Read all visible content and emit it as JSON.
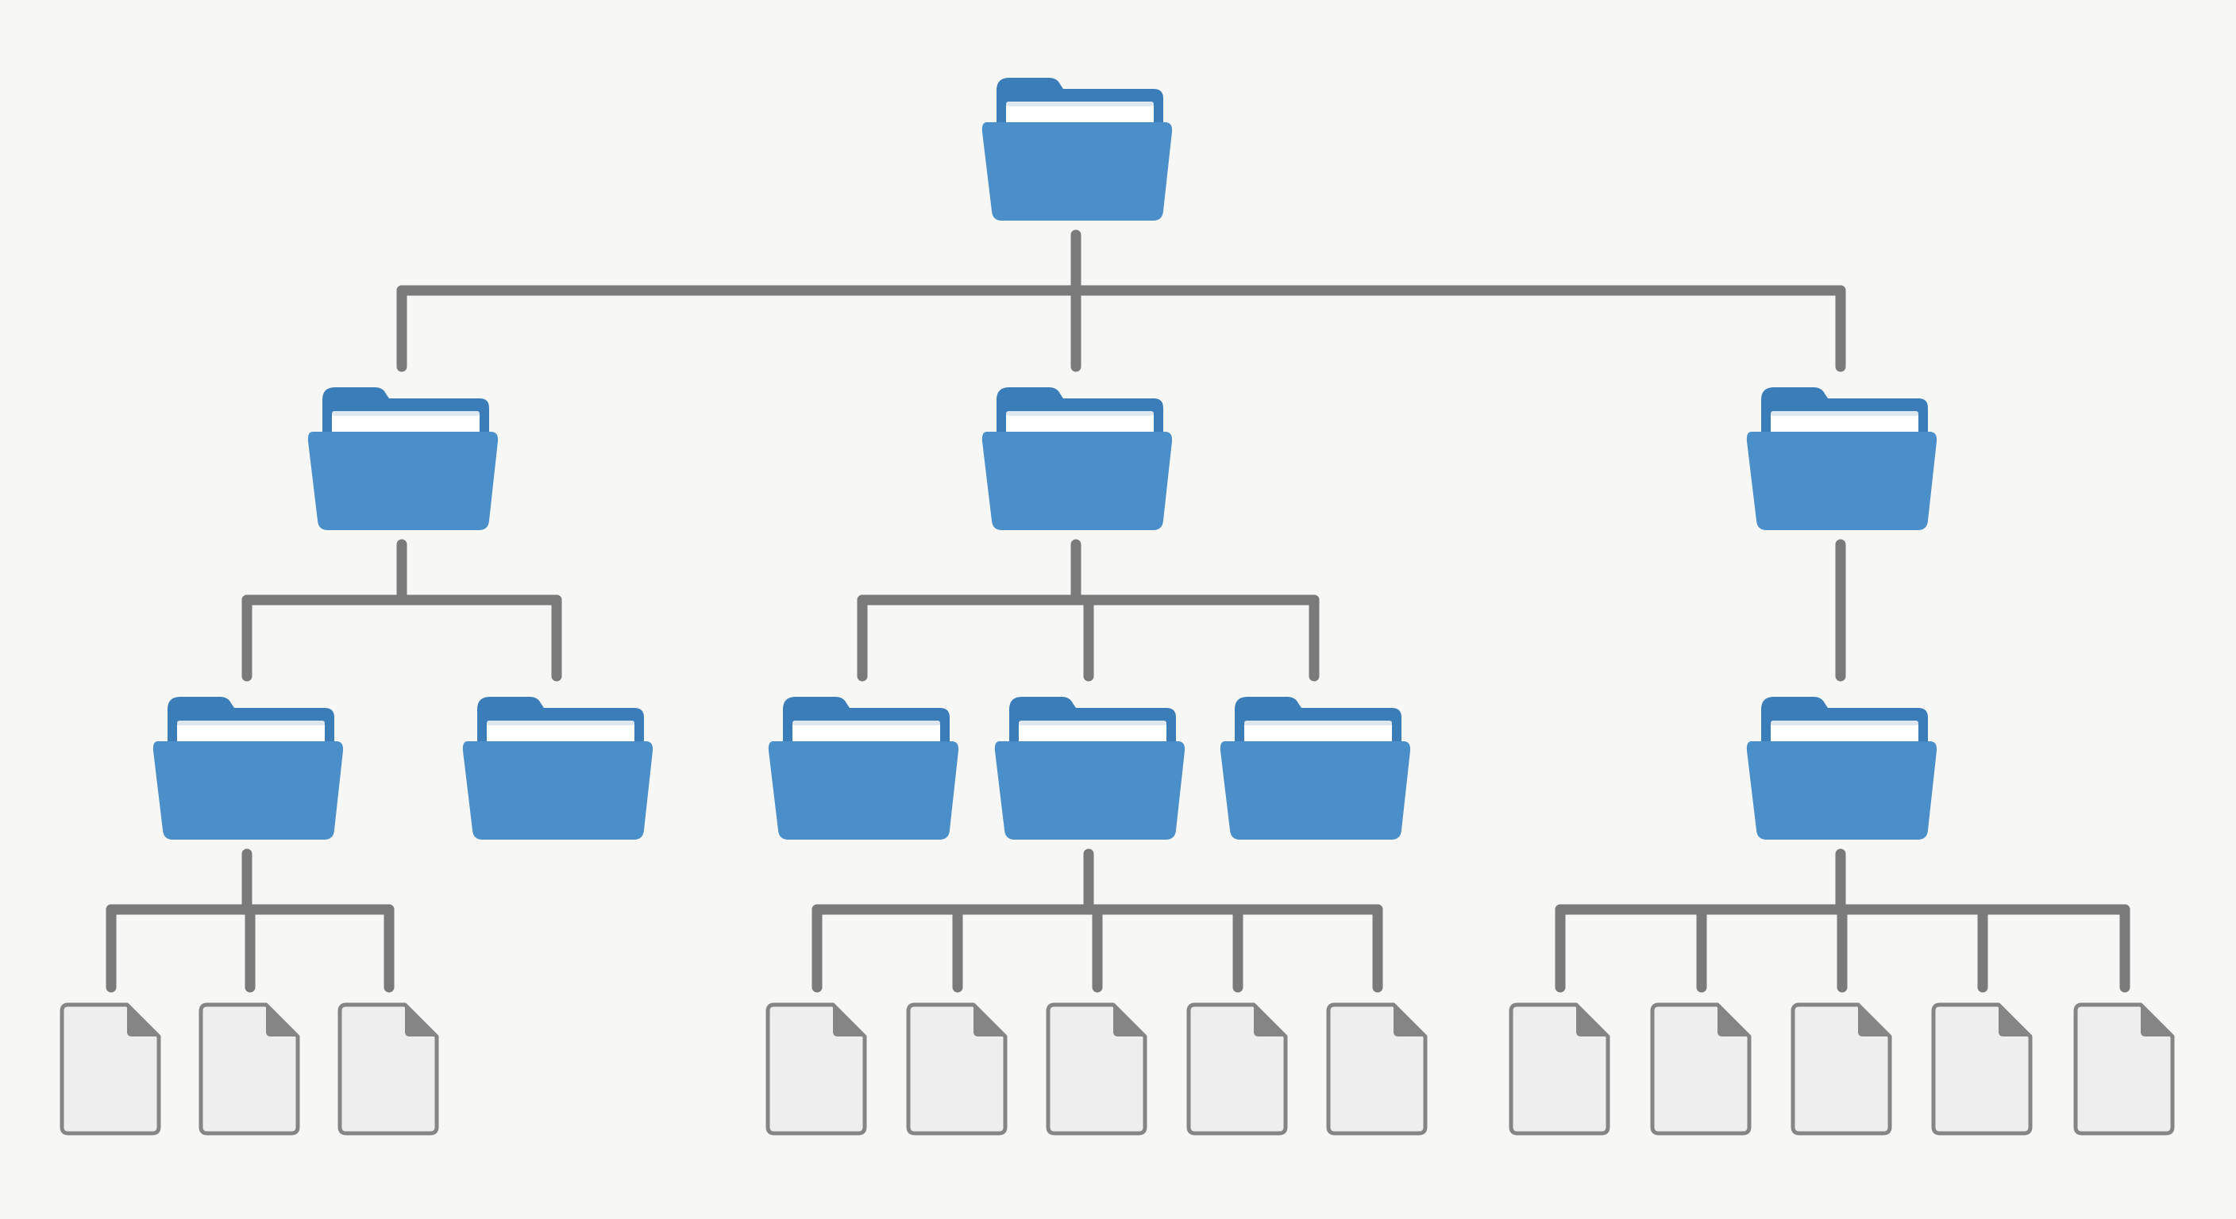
{
  "colors": {
    "background": "#f7f7f5",
    "connector": "#7a7a7a",
    "folder_body": "#4a8fc9",
    "folder_back": "#3a7db8",
    "folder_paper": "#ffffff",
    "file_fill": "#eeeeee",
    "file_stroke": "#858585",
    "file_fold": "#858585"
  },
  "icons": {
    "folder": "folder-open-icon",
    "file": "file-icon"
  },
  "tree": {
    "id": "root",
    "type": "folder",
    "children": [
      {
        "id": "folder-a",
        "type": "folder",
        "children": [
          {
            "id": "folder-a1",
            "type": "folder",
            "children": [
              {
                "id": "file-a1-1",
                "type": "file"
              },
              {
                "id": "file-a1-2",
                "type": "file"
              },
              {
                "id": "file-a1-3",
                "type": "file"
              }
            ]
          },
          {
            "id": "folder-a2",
            "type": "folder",
            "children": []
          }
        ]
      },
      {
        "id": "folder-b",
        "type": "folder",
        "children": [
          {
            "id": "folder-b1",
            "type": "folder",
            "children": []
          },
          {
            "id": "folder-b2",
            "type": "folder",
            "children": [
              {
                "id": "file-b2-1",
                "type": "file"
              },
              {
                "id": "file-b2-2",
                "type": "file"
              },
              {
                "id": "file-b2-3",
                "type": "file"
              },
              {
                "id": "file-b2-4",
                "type": "file"
              },
              {
                "id": "file-b2-5",
                "type": "file"
              }
            ]
          },
          {
            "id": "folder-b3",
            "type": "folder",
            "children": []
          }
        ]
      },
      {
        "id": "folder-c",
        "type": "folder",
        "children": [
          {
            "id": "folder-c1",
            "type": "folder",
            "children": [
              {
                "id": "file-c1-1",
                "type": "file"
              },
              {
                "id": "file-c1-2",
                "type": "file"
              },
              {
                "id": "file-c1-3",
                "type": "file"
              },
              {
                "id": "file-c1-4",
                "type": "file"
              },
              {
                "id": "file-c1-5",
                "type": "file"
              }
            ]
          }
        ]
      }
    ]
  }
}
